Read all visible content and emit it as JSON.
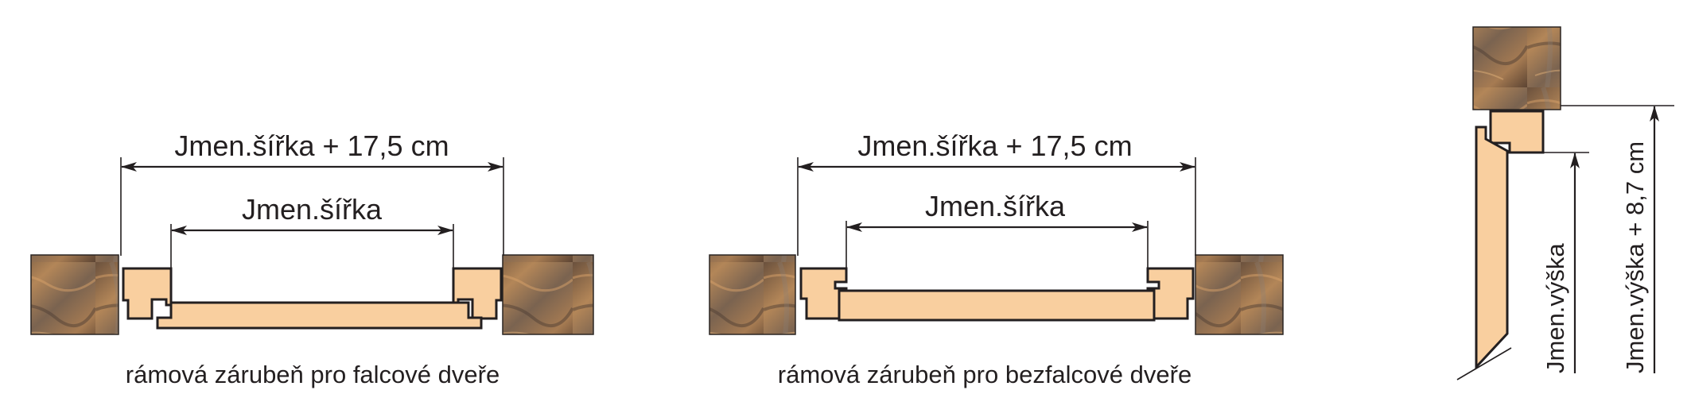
{
  "colors": {
    "frame_fill": "#f9cf9f",
    "outline": "#231f20",
    "wall_dark": "#5a4535",
    "wall_light": "#b8895e"
  },
  "diagram": {
    "left": {
      "outer_dim": "Jmen.šířka + 17,5 cm",
      "inner_dim": "Jmen.šířka",
      "caption": "rámová zárubeň pro falcové dveře"
    },
    "middle": {
      "outer_dim": "Jmen.šířka + 17,5 cm",
      "inner_dim": "Jmen.šířka",
      "caption": "rámová zárubeň pro bezfalcové dveře"
    },
    "right": {
      "inner_dim": "Jmen.výška",
      "outer_dim": "Jmen.výška + 8,7 cm"
    }
  }
}
